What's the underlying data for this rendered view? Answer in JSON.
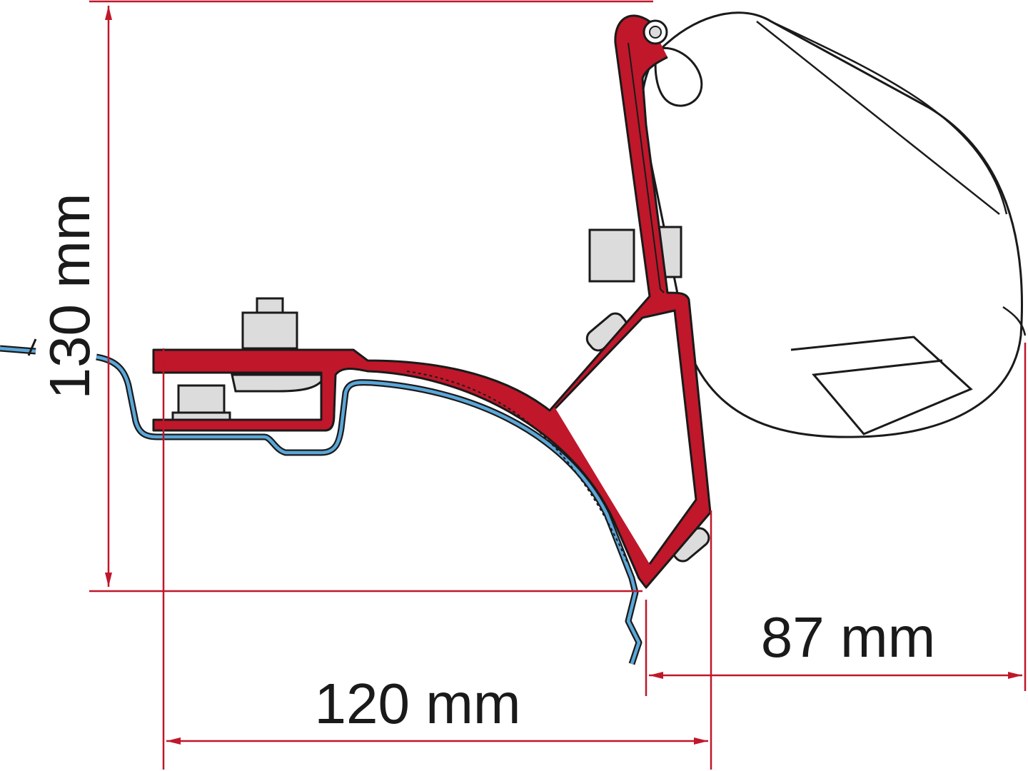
{
  "title": "Awning adapter mounting bracket dimensions",
  "dimensions": {
    "height": "130 mm",
    "width": "120 mm",
    "offset": "87 mm"
  },
  "colors": {
    "dimension_line": "#c0172b",
    "bracket": "#c0172b",
    "rail": "#5ba7d9",
    "hardware": "#dcdcdc",
    "outline": "#1a1a1a"
  }
}
